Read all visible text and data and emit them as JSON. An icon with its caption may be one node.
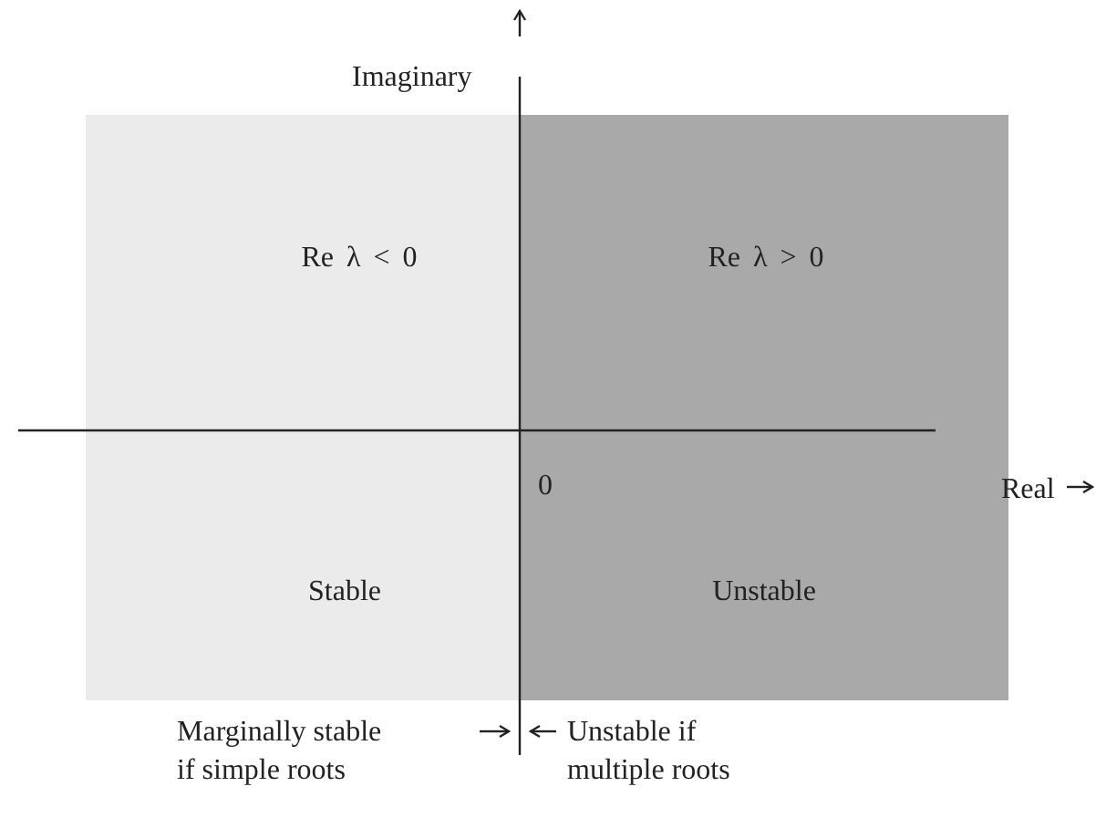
{
  "diagram": {
    "nodes": [
      {
        "text": [
          "Re λ < 0",
          "Stable"
        ]
      },
      {
        "text": [
          "Re λ > 0",
          "Unstable"
        ]
      }
    ],
    "edges": [],
    "labels": [
      "Imaginary",
      "0",
      "Real",
      "Marginally stable if simple roots",
      "Unstable if multiple roots"
    ]
  }
}
